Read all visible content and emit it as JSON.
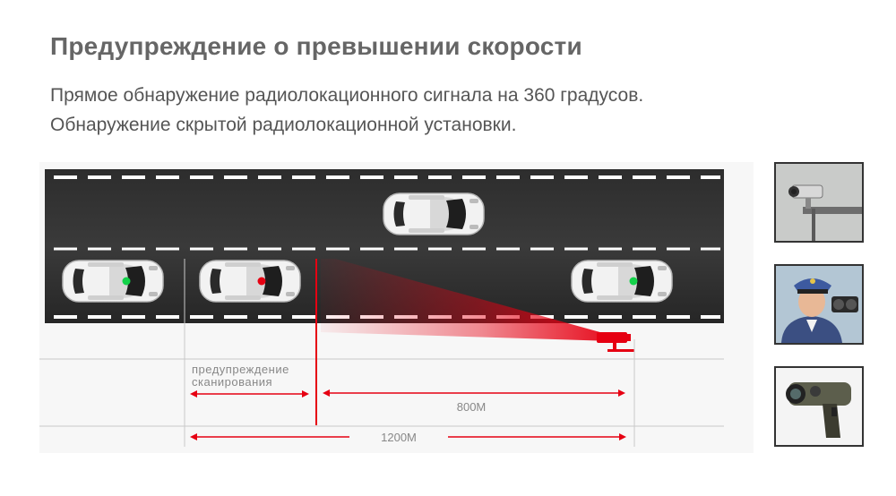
{
  "header": {
    "title": "Предупреждение о превышении скорости",
    "line1": "Прямое обнаружение радиолокационного сигнала на 360 градусов.",
    "line2": "Обнаружение скрытой радиолокационной установки."
  },
  "diagram": {
    "warning_label_1": "предупреждение",
    "warning_label_2": "сканирования",
    "distance_short": "800M",
    "distance_long": "1200M"
  },
  "colors": {
    "road": "#2a2a2a",
    "lane": "#ffffff",
    "beam": "#e60012",
    "green_dot": "#14d24a",
    "red_dot": "#e60012"
  },
  "thumbnails": [
    {
      "icon": "speed-camera-icon"
    },
    {
      "icon": "traffic-officer-icon"
    },
    {
      "icon": "radar-gun-icon"
    }
  ]
}
